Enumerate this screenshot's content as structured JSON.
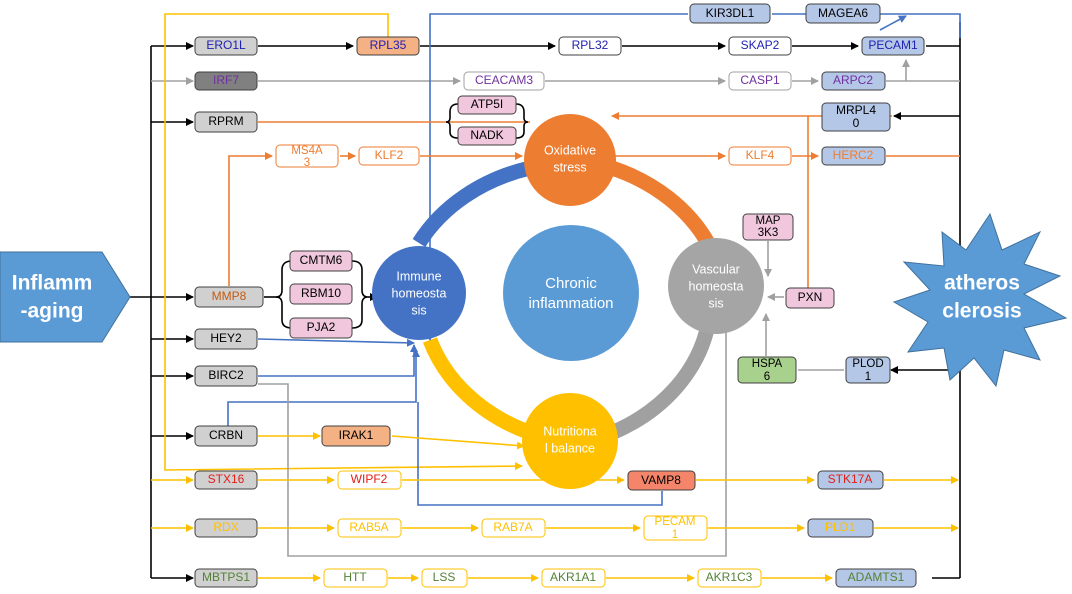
{
  "left_node": {
    "line1": "Inflamm",
    "line2": "-aging"
  },
  "right_node": {
    "line1": "atheros",
    "line2": "clerosis"
  },
  "circles": {
    "center": {
      "line1": "Chronic",
      "line2": "inflammation"
    },
    "oxidative": {
      "line1": "Oxidative",
      "line2": "stress"
    },
    "immune": {
      "line1": "Immune",
      "line2": "homeosta",
      "line3": "sis"
    },
    "vascular": {
      "line1": "Vascular",
      "line2": "homeosta",
      "line3": "sis"
    },
    "nutritional": {
      "line1": "Nutritiona",
      "line2": "l balance"
    }
  },
  "genes": {
    "ero1l": "ERO1L",
    "rpl35": "RPL35",
    "rpl32": "RPL32",
    "skap2": "SKAP2",
    "pecam1_top": "PECAM1",
    "kir3dl1": "KIR3DL1",
    "magea6": "MAGEA6",
    "irf7": "IRF7",
    "ceacam3": "CEACAM3",
    "casp1": "CASP1",
    "arpc2": "ARPC2",
    "rprm": "RPRM",
    "atp5i": "ATP5I",
    "nadk": "NADK",
    "mrpl40_a": "MRPL4",
    "mrpl40_b": "0",
    "ms4a3_a": "MS4A",
    "ms4a3_b": "3",
    "klf2": "KLF2",
    "klf4": "KLF4",
    "herc2": "HERC2",
    "map3k3_a": "MAP",
    "map3k3_b": "3K3",
    "cmtm6": "CMTM6",
    "rbm10": "RBM10",
    "pja2": "PJA2",
    "mmp8": "MMP8",
    "pxn": "PXN",
    "hey2": "HEY2",
    "birc2": "BIRC2",
    "hspa6_a": "HSPA",
    "hspa6_b": "6",
    "plod1_a": "PLOD",
    "plod1_b": "1",
    "crbn": "CRBN",
    "irak1": "IRAK1",
    "stx16": "STX16",
    "wipf2": "WIPF2",
    "vamp8": "VAMP8",
    "stk17a": "STK17A",
    "rdx": "RDX",
    "rab5a": "RAB5A",
    "rab7a": "RAB7A",
    "pecam1_bot_a": "PECAM",
    "pecam1_bot_b": "1",
    "pld1": "PLD1",
    "mbtps1": "MBTPS1",
    "htt": "HTT",
    "lss": "LSS",
    "akr1a1": "AKR1A1",
    "akr1c3": "AKR1C3",
    "adamts1": "ADAMTS1"
  },
  "colors": {
    "black": "#000000",
    "grey": "#a0a0a0",
    "blue": "#4472c4",
    "orange": "#ed7d31",
    "yellow": "#ffc000",
    "purple": "#7030a0",
    "green": "#70ad47",
    "red": "#e0201a",
    "darkblue": "#1f1fb4"
  }
}
